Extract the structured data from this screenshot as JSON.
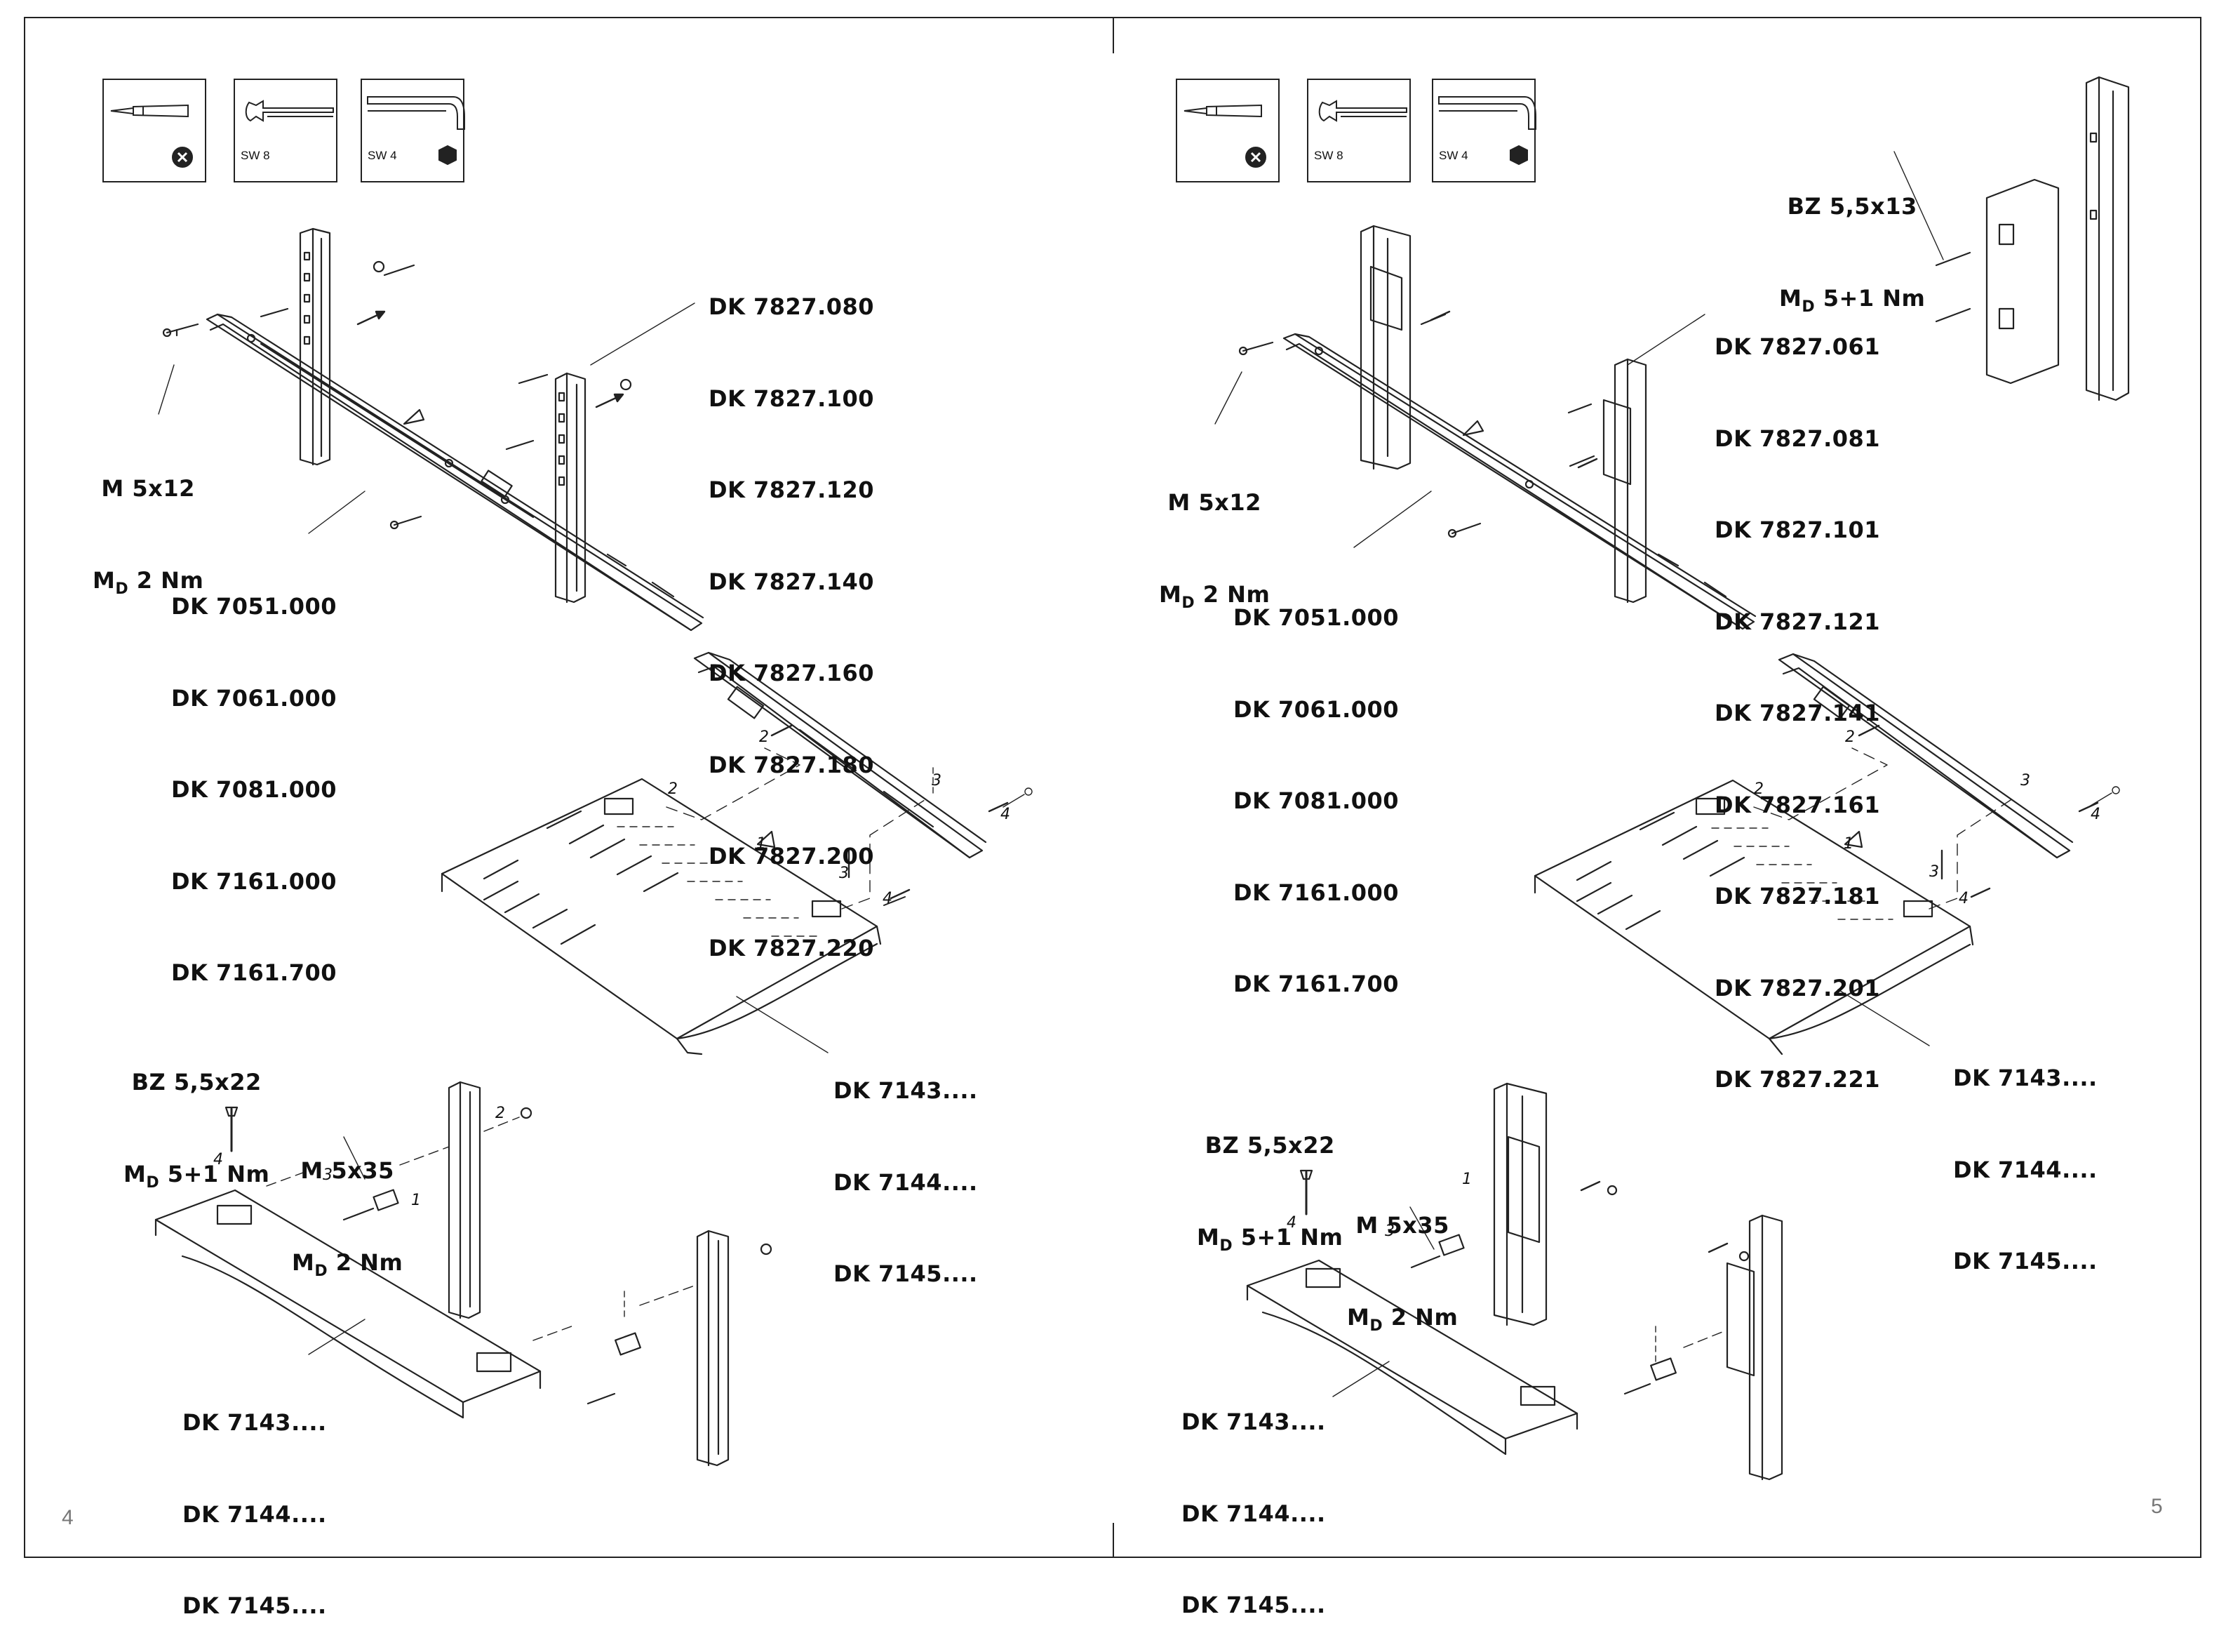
{
  "left_page": {
    "page_number": "4",
    "tools": [
      {
        "icon": "screwdriver-phillips-icon",
        "label": ""
      },
      {
        "icon": "wrench-icon",
        "label": "SW 8"
      },
      {
        "icon": "hex-key-icon",
        "label": "SW 4"
      }
    ],
    "rail_parts": [
      "DK 7827.080",
      "DK 7827.100",
      "DK 7827.120",
      "DK 7827.140",
      "DK 7827.160",
      "DK 7827.180",
      "DK 7827.200",
      "DK 7827.220"
    ],
    "slide_parts": [
      "DK 7051.000",
      "DK 7061.000",
      "DK 7081.000",
      "DK 7161.000",
      "DK 7161.700"
    ],
    "screw_spec": {
      "size": "M 5x12",
      "torque_prefix": "M",
      "torque_sub": "D",
      "torque_value": "2 Nm"
    },
    "shelf_parts": [
      "DK 7143....",
      "DK 7144....",
      "DK 7145...."
    ],
    "bolt_spec": {
      "size": "BZ 5,5x22",
      "torque_prefix": "M",
      "torque_sub": "D",
      "torque_value": "5+1 Nm"
    },
    "long_screw_spec": {
      "size": "M 5x35",
      "torque_prefix": "M",
      "torque_sub": "D",
      "torque_value": "2 Nm"
    },
    "bottom_shelf_parts": [
      "DK 7143....",
      "DK 7144....",
      "DK 7145...."
    ],
    "steps": [
      "1",
      "2",
      "3",
      "4"
    ]
  },
  "right_page": {
    "page_number": "5",
    "tools": [
      {
        "icon": "screwdriver-phillips-icon",
        "label": ""
      },
      {
        "icon": "wrench-icon",
        "label": "SW 8"
      },
      {
        "icon": "hex-key-icon",
        "label": "SW 4"
      }
    ],
    "bracket_bolt_spec": {
      "size": "BZ 5,5x13",
      "torque_prefix": "M",
      "torque_sub": "D",
      "torque_value": "5+1 Nm"
    },
    "rail_parts": [
      "DK 7827.061",
      "DK 7827.081",
      "DK 7827.101",
      "DK 7827.121",
      "DK 7827.141",
      "DK 7827.161",
      "DK 7827.181",
      "DK 7827.201",
      "DK 7827.221"
    ],
    "screw_spec": {
      "size": "M 5x12",
      "torque_prefix": "M",
      "torque_sub": "D",
      "torque_value": "2 Nm"
    },
    "slide_parts": [
      "DK 7051.000",
      "DK 7061.000",
      "DK 7081.000",
      "DK 7161.000",
      "DK 7161.700"
    ],
    "shelf_parts": [
      "DK 7143....",
      "DK 7144....",
      "DK 7145...."
    ],
    "bolt_spec": {
      "size": "BZ 5,5x22",
      "torque_prefix": "M",
      "torque_sub": "D",
      "torque_value": "5+1 Nm"
    },
    "long_screw_spec": {
      "size": "M 5x35",
      "torque_prefix": "M",
      "torque_sub": "D",
      "torque_value": "2 Nm"
    },
    "bottom_shelf_parts": [
      "DK 7143....",
      "DK 7144....",
      "DK 7145...."
    ],
    "steps": [
      "1",
      "2",
      "3",
      "4"
    ]
  },
  "colors": {
    "ink": "#111111",
    "paper": "#ffffff",
    "page_number": "#777777"
  }
}
